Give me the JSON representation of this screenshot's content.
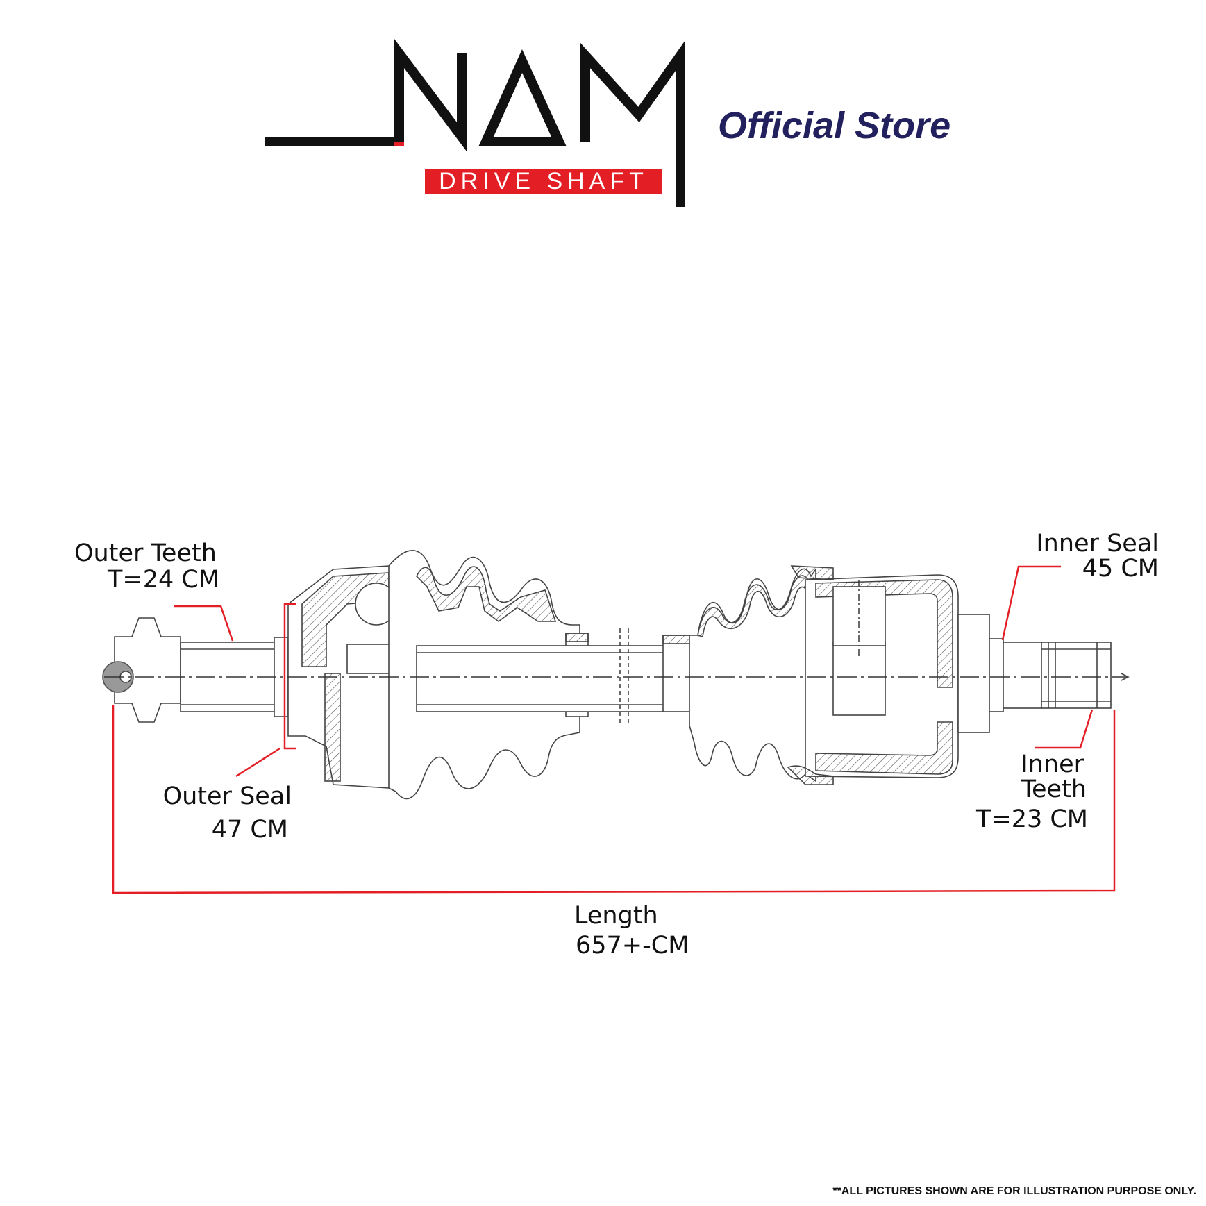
{
  "brand": {
    "wordmark": "NAM",
    "sub_label": "DRIVE SHAFT",
    "store_label": "Official Store",
    "colors": {
      "black": "#111111",
      "red": "#e31e24",
      "navy": "#23205e"
    }
  },
  "annotations": {
    "outer_teeth": {
      "title": "Outer Teeth",
      "value": "T=24 CM"
    },
    "outer_seal": {
      "title": "Outer Seal",
      "value": "47 CM"
    },
    "inner_seal": {
      "title": "Inner Seal",
      "value": "45 CM"
    },
    "inner_teeth": {
      "title_line1": "Inner",
      "title_line2": "Teeth",
      "value": "T=23 CM"
    },
    "length": {
      "title": "Length",
      "value": "657+-CM"
    },
    "line_color": "#e31e24"
  },
  "footer": {
    "disclaimer": "**ALL PICTURES SHOWN ARE FOR ILLUSTRATION PURPOSE ONLY."
  }
}
